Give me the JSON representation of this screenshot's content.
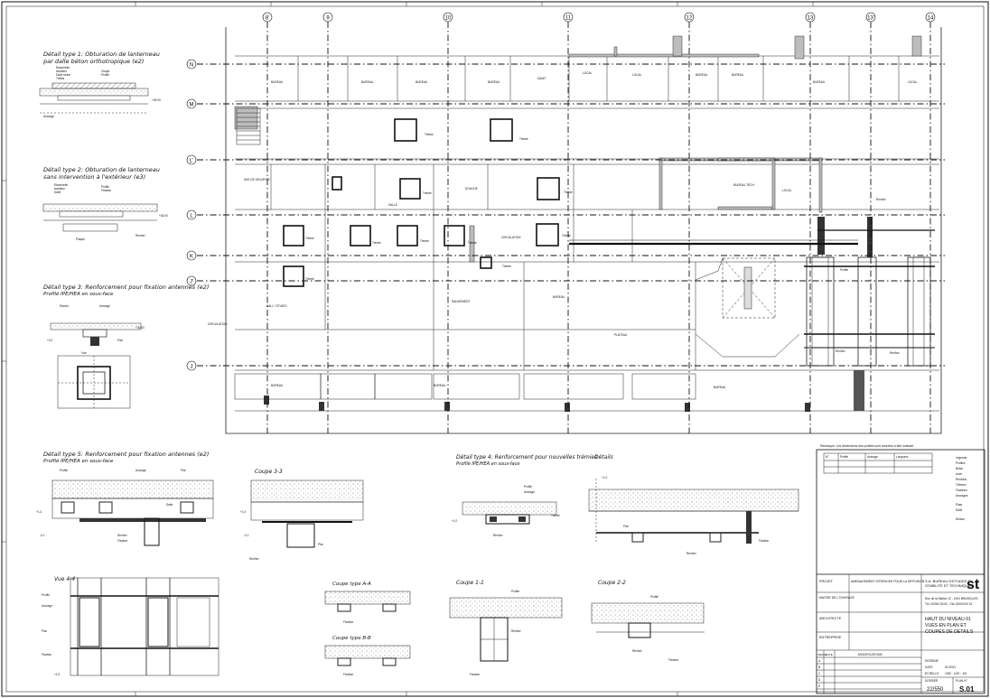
{
  "drawing": {
    "grid_columns": [
      "8'",
      "9",
      "10",
      "11",
      "12",
      "13",
      "13'",
      "14"
    ],
    "grid_rows": [
      "N",
      "M",
      "L'",
      "L",
      "K",
      "J'",
      "J"
    ]
  },
  "details": {
    "detail_1_title": "Détail type 1: Obturation de lanterneau",
    "detail_1_sub": "par dalle béton orthotropique (e2)",
    "detail_2_title": "Détail type 2: Obturation de lanterneau",
    "detail_2_sub": "sans intervention à l'extérieur (e3)",
    "detail_3_title": "Détail type 3: Renforcement pour fixation antennes (e2)",
    "detail_3_sub": "Profilé IPE/HEA en sous-face",
    "detail_5_title": "Détail type 5: Renforcement pour fixation antennes (e2)",
    "detail_5_sub": "Profilé IPE/HEA en sous-face",
    "detail_4_title": "Détail type 4: Renforcement pour nouvelles trémies",
    "detail_4_sub": "Profilé IPE/HEA en sous-face",
    "details_label": "Détails",
    "coupe_33": "Coupe 3-3",
    "coupe_aa": "Coupe type A-A",
    "coupe_bb": "Coupe type B-B",
    "coupe_11": "Coupe 1-1",
    "coupe_22": "Coupe 2-2",
    "vue_44": "Vue 4-4"
  },
  "title_block": {
    "note_line": "Remarque: Les dimensions des profilés sont données à titre indicatif.",
    "projet_label": "PROJET",
    "projet_text": "AMENAGEMENT D'ESPACES POUR LA DIFFUSION",
    "mo_label": "MAITRE DE L'OUVRAGE",
    "architecte_label": "ARCHITECTE",
    "entreprise_label": "ENTREPRISE",
    "bureau_line1": "S.A. BUREAU D'ETUDES EN",
    "bureau_line2": "STABILITE ET TECHNIQUES",
    "logo": "st",
    "drawing_title_1": "HAUT DU NIVEAU 01",
    "drawing_title_2": "VUES EN PLAN ET",
    "drawing_title_3": "COUPES DE DETAILS",
    "dossier_label": "DOSSIER",
    "plan_label": "PLAN N°",
    "dossier_no": "22/550",
    "plan_no": "S.01",
    "indice_label": "INDICE",
    "date_label": "DATE",
    "modifications_label": "MODIFICATIONS",
    "dessine_label": "DESSINE",
    "echelle_label": "ECHELLE",
    "echelle_value": "1/50 - 1/20 - 1/5",
    "date_value": "01/2011"
  },
  "colors": {
    "ink": "#111111",
    "wall_fill": "#bdbdbd",
    "paper": "#ffffff"
  }
}
